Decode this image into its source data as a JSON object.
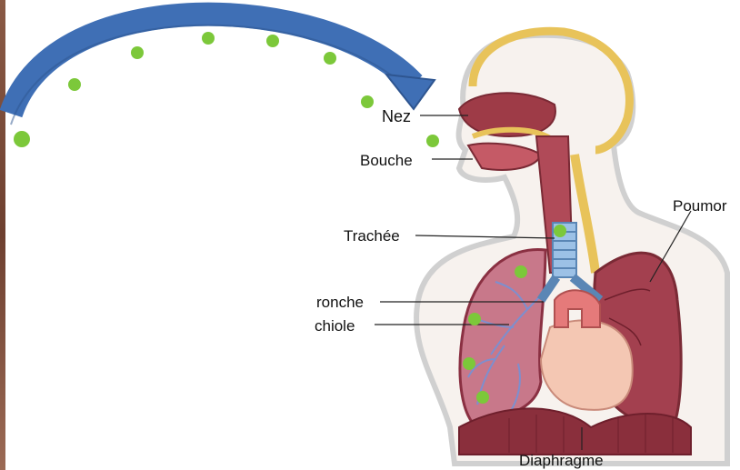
{
  "labels": {
    "nose": "Nez",
    "mouth": "Bouche",
    "trachea": "Trachée",
    "lung": "Poumor",
    "bronchus": "ronche",
    "bronchiole": "chiole",
    "diaphragm": "Diaphragme"
  },
  "colors": {
    "arrow": "#3f6fb5",
    "particle": "#7cc83a",
    "lung": "#a3404f",
    "skin_outline": "#d8d8d8",
    "bone": "#e8c35a",
    "trachea": "#7ea7d6"
  }
}
